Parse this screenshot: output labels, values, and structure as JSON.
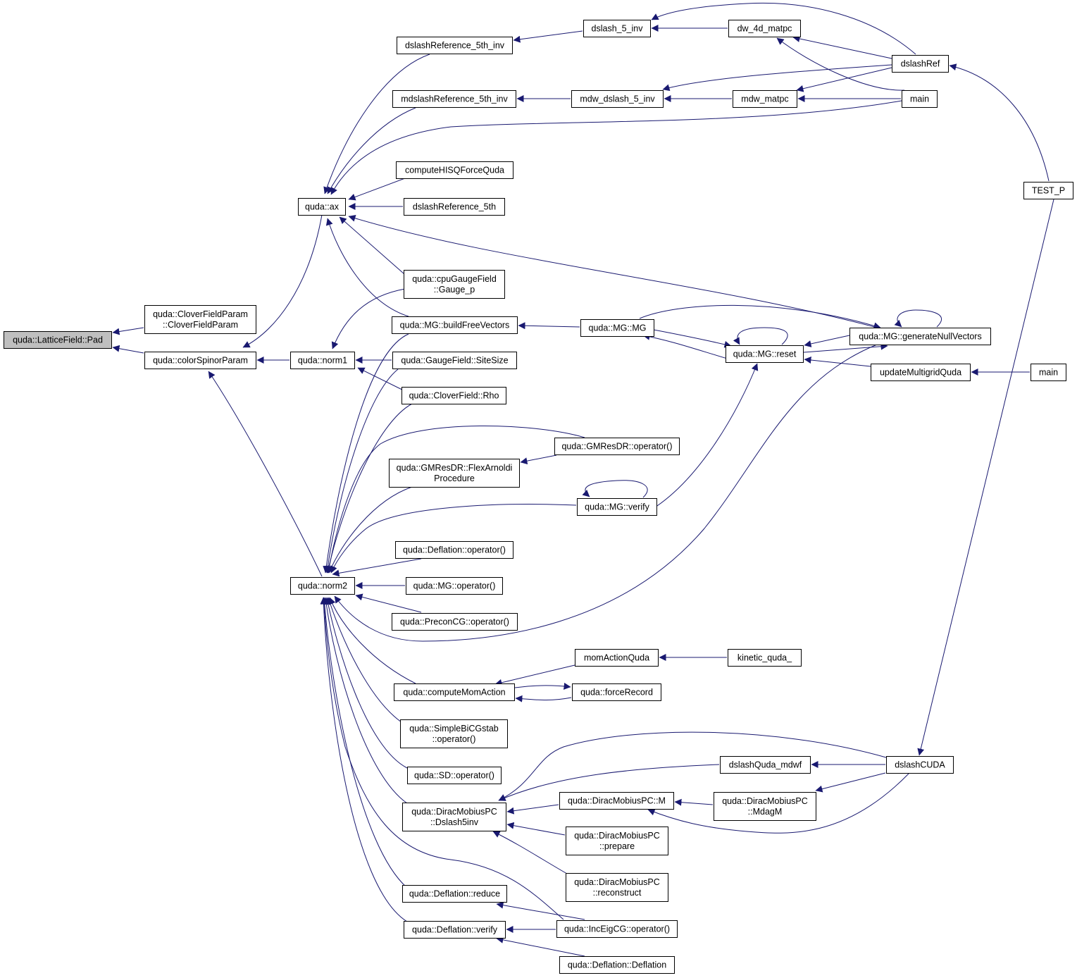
{
  "graph": {
    "type": "doxygen-caller-graph",
    "colors": {
      "edge": "#191970",
      "node_fill": "#ffffff",
      "root_fill": "#bfbfbf",
      "node_border": "#000000"
    },
    "root": "pad",
    "nodes": [
      {
        "id": "pad",
        "lines": [
          "quda::LatticeField::Pad"
        ]
      },
      {
        "id": "clover_param",
        "lines": [
          "quda::CloverFieldParam",
          "::CloverFieldParam"
        ]
      },
      {
        "id": "color_spinor_param",
        "lines": [
          "quda::colorSpinorParam"
        ]
      },
      {
        "id": "ax",
        "lines": [
          "quda::ax"
        ]
      },
      {
        "id": "norm1",
        "lines": [
          "quda::norm1"
        ]
      },
      {
        "id": "norm2",
        "lines": [
          "quda::norm2"
        ]
      },
      {
        "id": "dslash_ref_5th_inv",
        "lines": [
          "dslashReference_5th_inv"
        ]
      },
      {
        "id": "mdslash_ref_5th_inv",
        "lines": [
          "mdslashReference_5th_inv"
        ]
      },
      {
        "id": "compute_hisq",
        "lines": [
          "computeHISQForceQuda"
        ]
      },
      {
        "id": "dslash_ref_5th",
        "lines": [
          "dslashReference_5th"
        ]
      },
      {
        "id": "cpu_gauge_p",
        "lines": [
          "quda::cpuGaugeField",
          "::Gauge_p"
        ]
      },
      {
        "id": "build_free_vectors",
        "lines": [
          "quda::MG::buildFreeVectors"
        ]
      },
      {
        "id": "site_size",
        "lines": [
          "quda::GaugeField::SiteSize"
        ]
      },
      {
        "id": "clover_rho",
        "lines": [
          "quda::CloverField::Rho"
        ]
      },
      {
        "id": "flex_arnoldi",
        "lines": [
          "quda::GMResDR::FlexArnoldi",
          "Procedure"
        ]
      },
      {
        "id": "deflation_op",
        "lines": [
          "quda::Deflation::operator()"
        ]
      },
      {
        "id": "mg_op",
        "lines": [
          "quda::MG::operator()"
        ]
      },
      {
        "id": "precon_cg_op",
        "lines": [
          "quda::PreconCG::operator()"
        ]
      },
      {
        "id": "compute_mom_action",
        "lines": [
          "quda::computeMomAction"
        ]
      },
      {
        "id": "simple_bicgstab",
        "lines": [
          "quda::SimpleBiCGstab",
          "::operator()"
        ]
      },
      {
        "id": "sd_op",
        "lines": [
          "quda::SD::operator()"
        ]
      },
      {
        "id": "dslash5inv",
        "lines": [
          "quda::DiracMobiusPC",
          "::Dslash5inv"
        ]
      },
      {
        "id": "deflation_reduce",
        "lines": [
          "quda::Deflation::reduce"
        ]
      },
      {
        "id": "deflation_verify",
        "lines": [
          "quda::Deflation::verify"
        ]
      },
      {
        "id": "dslash_5_inv",
        "lines": [
          "dslash_5_inv"
        ]
      },
      {
        "id": "mdw_dslash_5_inv",
        "lines": [
          "mdw_dslash_5_inv"
        ]
      },
      {
        "id": "mg_mg",
        "lines": [
          "quda::MG::MG"
        ]
      },
      {
        "id": "gmresdr_op",
        "lines": [
          "quda::GMResDR::operator()"
        ]
      },
      {
        "id": "mg_verify",
        "lines": [
          "quda::MG::verify"
        ]
      },
      {
        "id": "mom_action_quda",
        "lines": [
          "momActionQuda"
        ]
      },
      {
        "id": "force_record",
        "lines": [
          "quda::forceRecord"
        ]
      },
      {
        "id": "dslash_quda_mdwf",
        "lines": [
          "dslashQuda_mdwf"
        ]
      },
      {
        "id": "mobius_m",
        "lines": [
          "quda::DiracMobiusPC::M"
        ]
      },
      {
        "id": "mobius_prepare",
        "lines": [
          "quda::DiracMobiusPC",
          "::prepare"
        ]
      },
      {
        "id": "mobius_reconstruct",
        "lines": [
          "quda::DiracMobiusPC",
          "::reconstruct"
        ]
      },
      {
        "id": "inc_eig_cg",
        "lines": [
          "quda::IncEigCG::operator()"
        ]
      },
      {
        "id": "deflation_ctor",
        "lines": [
          "quda::Deflation::Deflation"
        ]
      },
      {
        "id": "dw_4d_matpc",
        "lines": [
          "dw_4d_matpc"
        ]
      },
      {
        "id": "mdw_matpc",
        "lines": [
          "mdw_matpc"
        ]
      },
      {
        "id": "mg_reset",
        "lines": [
          "quda::MG::reset"
        ]
      },
      {
        "id": "kinetic_quda",
        "lines": [
          "kinetic_quda_"
        ]
      },
      {
        "id": "mobius_mdagm",
        "lines": [
          "quda::DiracMobiusPC",
          "::MdagM"
        ]
      },
      {
        "id": "mg_gen_null",
        "lines": [
          "quda::MG::generateNullVectors"
        ]
      },
      {
        "id": "dslash_ref",
        "lines": [
          "dslashRef"
        ]
      },
      {
        "id": "main1",
        "lines": [
          "main"
        ]
      },
      {
        "id": "update_mg_quda",
        "lines": [
          "updateMultigridQuda"
        ]
      },
      {
        "id": "dslash_cuda",
        "lines": [
          "dslashCUDA"
        ]
      },
      {
        "id": "test_p",
        "lines": [
          "TEST_P"
        ]
      },
      {
        "id": "main2",
        "lines": [
          "main"
        ]
      }
    ],
    "edges": [
      {
        "from": "clover_param",
        "to": "pad"
      },
      {
        "from": "color_spinor_param",
        "to": "pad"
      },
      {
        "from": "ax",
        "to": "color_spinor_param"
      },
      {
        "from": "norm1",
        "to": "color_spinor_param"
      },
      {
        "from": "norm2",
        "to": "color_spinor_param"
      },
      {
        "from": "dslash_ref_5th_inv",
        "to": "ax"
      },
      {
        "from": "mdslash_ref_5th_inv",
        "to": "ax"
      },
      {
        "from": "compute_hisq",
        "to": "ax"
      },
      {
        "from": "dslash_ref_5th",
        "to": "ax"
      },
      {
        "from": "cpu_gauge_p",
        "to": "ax"
      },
      {
        "from": "build_free_vectors",
        "to": "ax"
      },
      {
        "from": "main1",
        "to": "ax"
      },
      {
        "from": "mg_gen_null",
        "to": "ax"
      },
      {
        "from": "cpu_gauge_p",
        "to": "norm1"
      },
      {
        "from": "site_size",
        "to": "norm1"
      },
      {
        "from": "clover_rho",
        "to": "norm1"
      },
      {
        "from": "build_free_vectors",
        "to": "norm2"
      },
      {
        "from": "site_size",
        "to": "norm2"
      },
      {
        "from": "clover_rho",
        "to": "norm2"
      },
      {
        "from": "gmresdr_op",
        "to": "norm2"
      },
      {
        "from": "flex_arnoldi",
        "to": "norm2"
      },
      {
        "from": "mg_verify",
        "to": "norm2"
      },
      {
        "from": "deflation_op",
        "to": "norm2"
      },
      {
        "from": "mg_op",
        "to": "norm2"
      },
      {
        "from": "precon_cg_op",
        "to": "norm2"
      },
      {
        "from": "mg_gen_null",
        "to": "norm2"
      },
      {
        "from": "compute_mom_action",
        "to": "norm2"
      },
      {
        "from": "simple_bicgstab",
        "to": "norm2"
      },
      {
        "from": "sd_op",
        "to": "norm2"
      },
      {
        "from": "dslash5inv",
        "to": "norm2"
      },
      {
        "from": "inc_eig_cg",
        "to": "norm2"
      },
      {
        "from": "deflation_reduce",
        "to": "norm2"
      },
      {
        "from": "deflation_verify",
        "to": "norm2"
      },
      {
        "from": "dslash_5_inv",
        "to": "dslash_ref_5th_inv"
      },
      {
        "from": "mdw_dslash_5_inv",
        "to": "mdslash_ref_5th_inv"
      },
      {
        "from": "mg_mg",
        "to": "build_free_vectors"
      },
      {
        "from": "gmresdr_op",
        "to": "flex_arnoldi"
      },
      {
        "from": "mom_action_quda",
        "to": "compute_mom_action"
      },
      {
        "from": "force_record",
        "to": "compute_mom_action"
      },
      {
        "from": "compute_mom_action",
        "to": "force_record"
      },
      {
        "from": "dslash_quda_mdwf",
        "to": "dslash5inv"
      },
      {
        "from": "dslash_cuda",
        "to": "dslash5inv"
      },
      {
        "from": "mobius_m",
        "to": "dslash5inv"
      },
      {
        "from": "mobius_prepare",
        "to": "dslash5inv"
      },
      {
        "from": "mobius_reconstruct",
        "to": "dslash5inv"
      },
      {
        "from": "inc_eig_cg",
        "to": "deflation_reduce"
      },
      {
        "from": "inc_eig_cg",
        "to": "deflation_verify"
      },
      {
        "from": "deflation_ctor",
        "to": "deflation_verify"
      },
      {
        "from": "dw_4d_matpc",
        "to": "dslash_5_inv"
      },
      {
        "from": "dslash_ref",
        "to": "dslash_5_inv"
      },
      {
        "from": "mdw_matpc",
        "to": "mdw_dslash_5_inv"
      },
      {
        "from": "dslash_ref",
        "to": "mdw_dslash_5_inv"
      },
      {
        "from": "mg_reset",
        "to": "mg_mg"
      },
      {
        "from": "mg_mg",
        "to": "mg_reset"
      },
      {
        "from": "mg_mg",
        "to": "mg_gen_null"
      },
      {
        "from": "mg_verify",
        "to": "mg_verify"
      },
      {
        "from": "mg_verify",
        "to": "mg_reset"
      },
      {
        "from": "kinetic_quda",
        "to": "mom_action_quda"
      },
      {
        "from": "dslash_cuda",
        "to": "dslash_quda_mdwf"
      },
      {
        "from": "mobius_mdagm",
        "to": "mobius_m"
      },
      {
        "from": "dslash_cuda",
        "to": "mobius_m"
      },
      {
        "from": "dslash_ref",
        "to": "dw_4d_matpc"
      },
      {
        "from": "main1",
        "to": "dw_4d_matpc"
      },
      {
        "from": "dslash_ref",
        "to": "mdw_matpc"
      },
      {
        "from": "main1",
        "to": "mdw_matpc"
      },
      {
        "from": "mg_reset",
        "to": "mg_reset"
      },
      {
        "from": "mg_gen_null",
        "to": "mg_reset"
      },
      {
        "from": "update_mg_quda",
        "to": "mg_reset"
      },
      {
        "from": "mg_reset",
        "to": "mg_gen_null"
      },
      {
        "from": "mg_gen_null",
        "to": "mg_gen_null"
      },
      {
        "from": "dslash_cuda",
        "to": "mobius_mdagm"
      },
      {
        "from": "test_p",
        "to": "dslash_ref"
      },
      {
        "from": "main2",
        "to": "update_mg_quda"
      },
      {
        "from": "test_p",
        "to": "dslash_cuda"
      }
    ]
  }
}
